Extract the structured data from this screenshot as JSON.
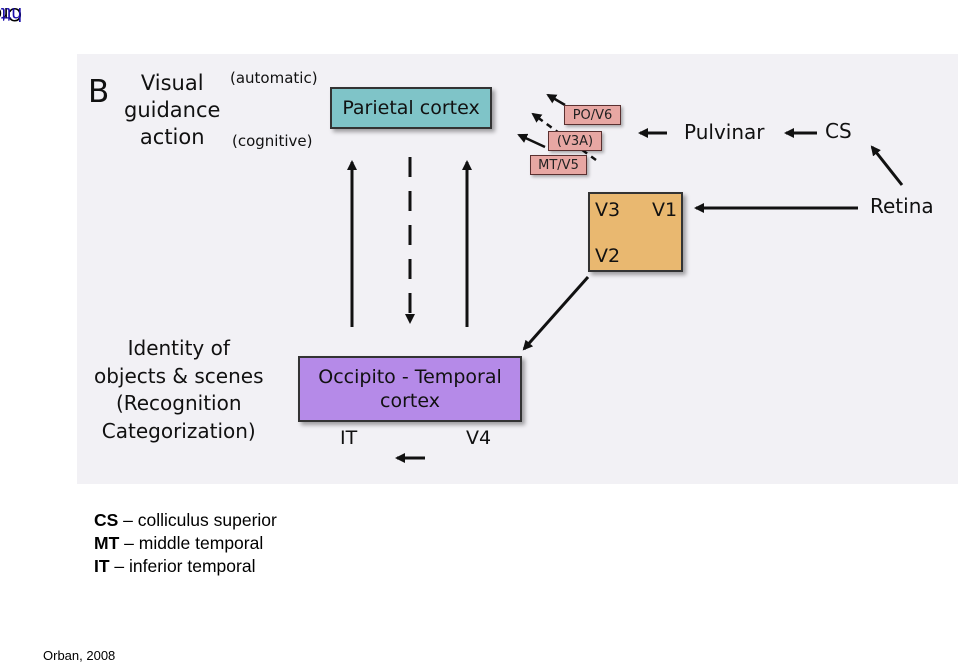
{
  "watermark": {
    "text": "Created by Neevia Personal Converter trial version ",
    "link": "http://www.neevia.com"
  },
  "figure": {
    "panel_letter": "B",
    "visual_guidance": "Visual\nguidance\naction",
    "automatic": "(automatic)",
    "cognitive": "(cognitive)",
    "identity": "Identity of\nobjects & scenes\n(Recognition\nCategorization)",
    "parietal": "Parietal cortex",
    "occipito": "Occipito - Temporal\ncortex",
    "it": "IT",
    "v4": "V4",
    "po_v6": "PO/V6",
    "v3a": "(V3A)",
    "mt_v5": "MT/V5",
    "v3": "V3",
    "v1": "V1",
    "v2": "V2",
    "pulvinar": "Pulvinar",
    "cs": "CS",
    "retina": "Retina"
  },
  "colors": {
    "parietal_fill": "#7fc4c8",
    "occipito_fill": "#b58ae8",
    "v_box_fill": "#e9b870",
    "small_box_fill": "#e7a7a3",
    "panel_bg": "#f2f1f5"
  },
  "legend": [
    {
      "abbr": "CS",
      "desc": " – colliculus superior"
    },
    {
      "abbr": "MT",
      "desc": " – middle temporal"
    },
    {
      "abbr": "IT",
      "desc": " – inferior temporal"
    }
  ],
  "credit": "Orban, 2008"
}
